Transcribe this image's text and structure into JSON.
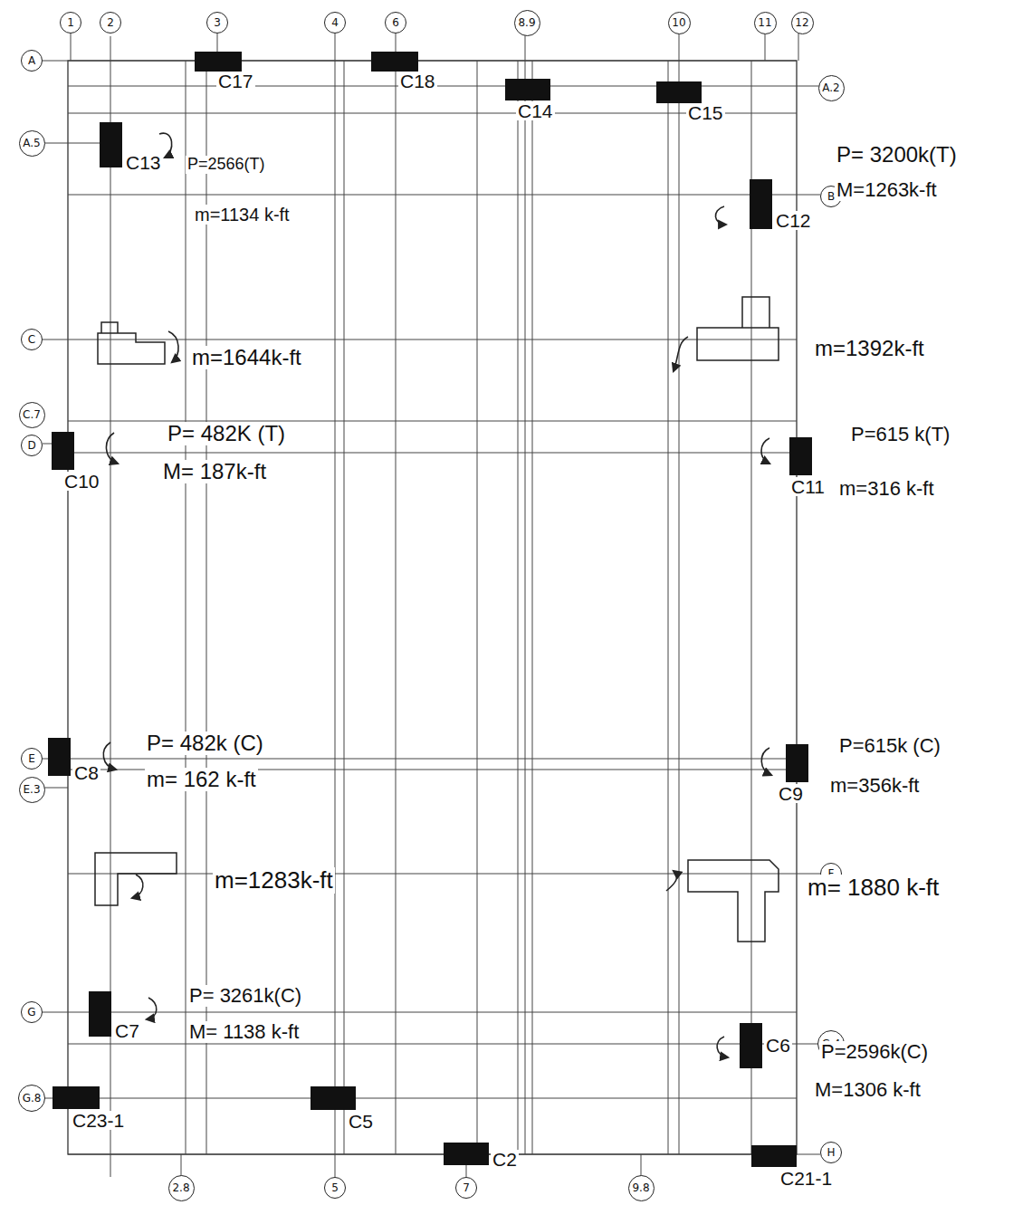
{
  "diagram": {
    "nodes": [
      {
        "text": [
          "1"
        ]
      },
      {
        "text": [
          "2"
        ]
      },
      {
        "text": [
          "3"
        ]
      },
      {
        "text": [
          "4"
        ]
      },
      {
        "text": [
          "6"
        ]
      },
      {
        "text": [
          "8.9"
        ]
      },
      {
        "text": [
          "10"
        ]
      },
      {
        "text": [
          "11"
        ]
      },
      {
        "text": [
          "12"
        ]
      },
      {
        "text": [
          "A"
        ]
      },
      {
        "text": [
          "A.2"
        ]
      },
      {
        "text": [
          "A.5"
        ]
      },
      {
        "text": [
          "B"
        ]
      },
      {
        "text": [
          "C"
        ]
      },
      {
        "text": [
          "C.7"
        ]
      },
      {
        "text": [
          "D"
        ]
      },
      {
        "text": [
          "E"
        ]
      },
      {
        "text": [
          "E.3"
        ]
      },
      {
        "text": [
          "F"
        ]
      },
      {
        "text": [
          "G"
        ]
      },
      {
        "text": [
          "G.4"
        ]
      },
      {
        "text": [
          "G.8"
        ]
      },
      {
        "text": [
          "H"
        ]
      },
      {
        "text": [
          "2.8"
        ]
      },
      {
        "text": [
          "5"
        ]
      },
      {
        "text": [
          "7"
        ]
      },
      {
        "text": [
          "9.8"
        ]
      },
      {
        "text": [
          "C17"
        ]
      },
      {
        "text": [
          "C18"
        ]
      },
      {
        "text": [
          "C14"
        ]
      },
      {
        "text": [
          "C15"
        ]
      },
      {
        "text": [
          "C13"
        ]
      },
      {
        "text": [
          "C12"
        ]
      },
      {
        "text": [
          "C10"
        ]
      },
      {
        "text": [
          "C11"
        ]
      },
      {
        "text": [
          "C8"
        ]
      },
      {
        "text": [
          "C9"
        ]
      },
      {
        "text": [
          "C7"
        ]
      },
      {
        "text": [
          "C6"
        ]
      },
      {
        "text": [
          "C23-1"
        ]
      },
      {
        "text": [
          "C5"
        ]
      },
      {
        "text": [
          "C2"
        ]
      },
      {
        "text": [
          "C21-1"
        ]
      }
    ],
    "labels": [
      "P=2566(T)",
      "m=1134 k-ft",
      "P= 3200k(T)",
      "M=1263k-ft",
      "m=1644k-ft",
      "m=1392k-ft",
      "P= 482K (T)",
      "M= 187k-ft",
      "P=615 k(T)",
      "m=316 k-ft",
      "P= 482k (C)",
      "m= 162 k-ft",
      "P=615k (C)",
      "m=356k-ft",
      "m=1283k-ft",
      "m= 1880 k-ft",
      "P= 3261k(C)",
      "M= 1138 k-ft",
      "P=2596k(C)",
      "M=1306 k-ft"
    ]
  }
}
